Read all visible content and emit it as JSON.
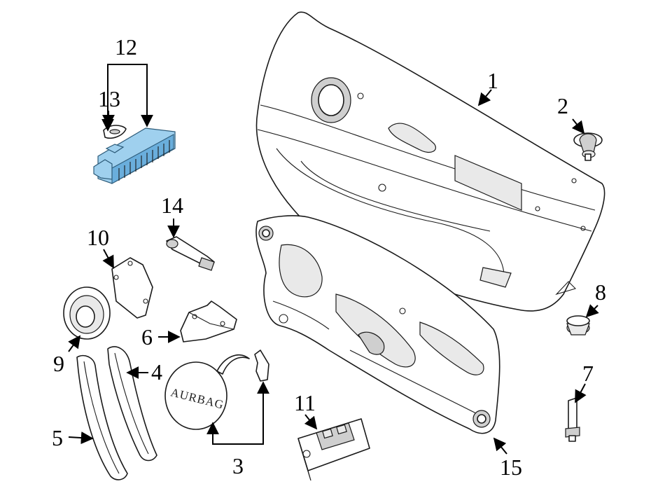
{
  "diagram": {
    "highlight_color": "#9fd0ee",
    "callouts": {
      "c1": "1",
      "c2": "2",
      "c3": "3",
      "c4": "4",
      "c5": "5",
      "c6": "6",
      "c7": "7",
      "c8": "8",
      "c9": "9",
      "c10": "10",
      "c11": "11",
      "c12": "12",
      "c13": "13",
      "c14": "14",
      "c15": "15"
    },
    "airbag_text": "AURBAG"
  }
}
